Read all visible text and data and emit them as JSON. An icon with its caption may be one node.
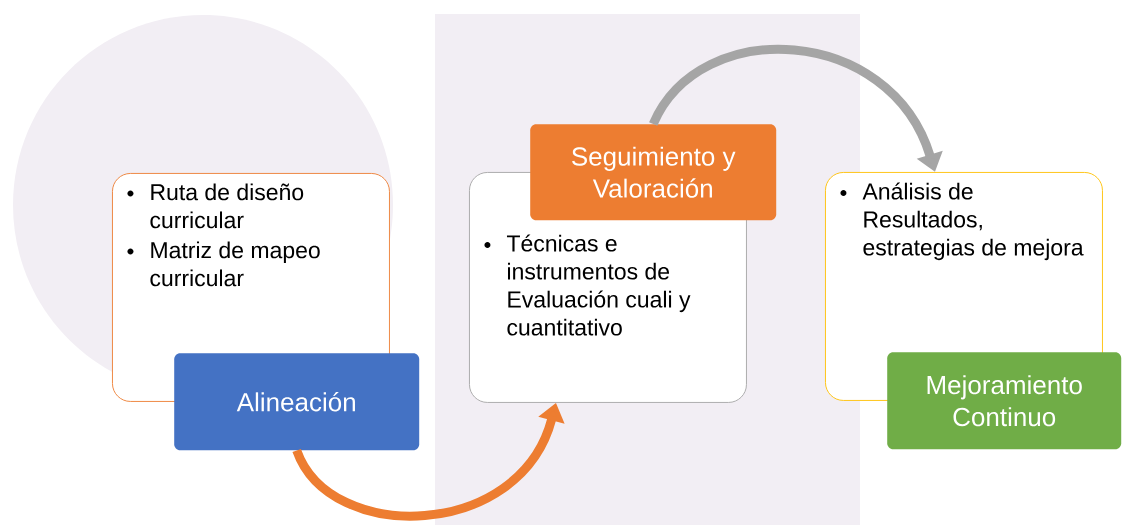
{
  "diagram": {
    "nodes": [
      {
        "text": [
          "Ruta de diseño curricular",
          "Matriz de mapeo curricular"
        ]
      },
      {
        "text": [
          "Alineación"
        ]
      },
      {
        "text": [
          "Técnicas e instrumentos de Evaluación cuali y cuantitativo"
        ]
      },
      {
        "text": [
          "Seguimiento y Valoración"
        ]
      },
      {
        "text": [
          "Análisis de Resultados, estrategias de mejora"
        ]
      },
      {
        "text": [
          "Mejoramiento Continuo"
        ]
      }
    ],
    "edges": [
      {
        "from": 1,
        "to": 2,
        "arrow": "to",
        "color": "#ed7d31"
      },
      {
        "from": 3,
        "to": 4,
        "arrow": "to",
        "color": "#a5a5a5"
      }
    ]
  }
}
